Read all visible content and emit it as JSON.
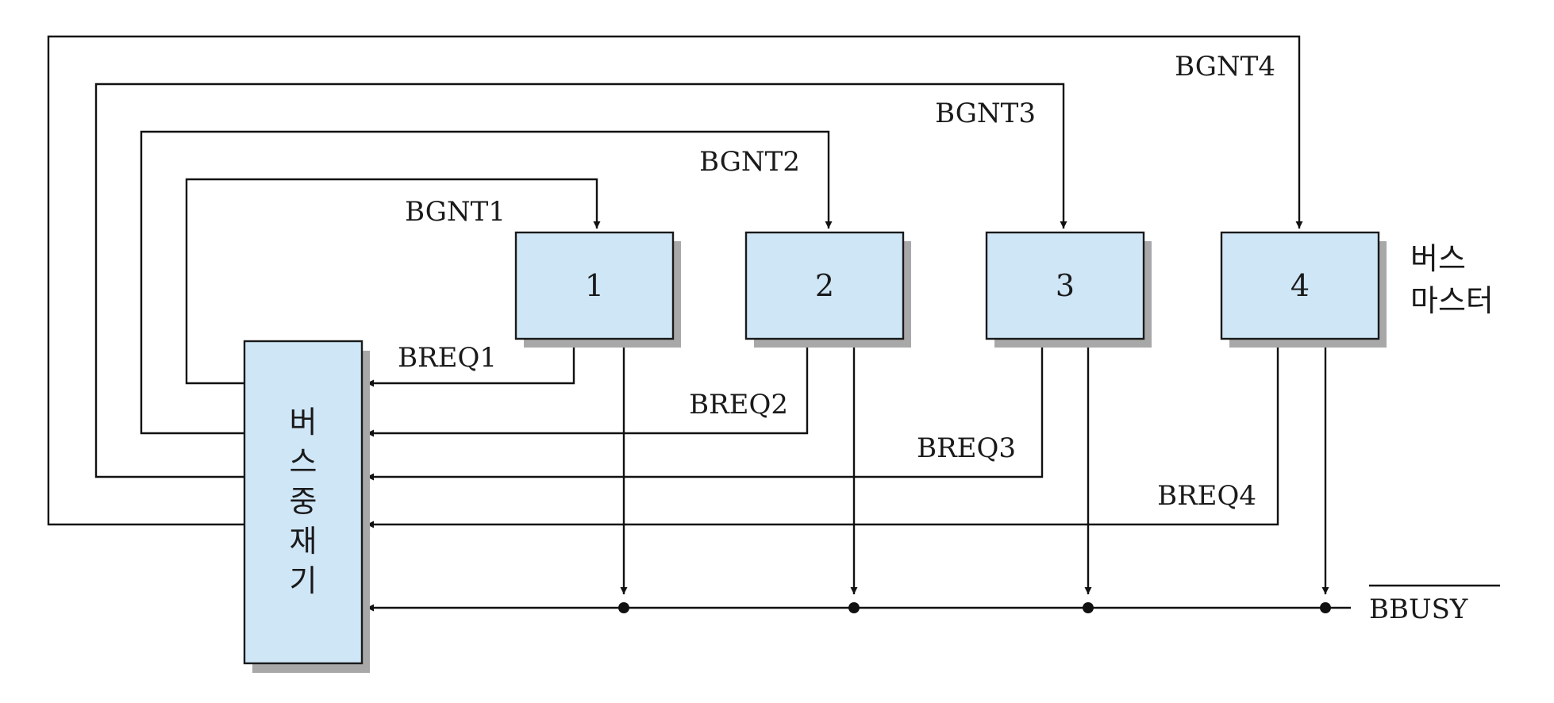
{
  "arbiter": {
    "label_chars": [
      "버",
      "스",
      "중",
      "재",
      "기"
    ]
  },
  "masters": [
    {
      "id": "1",
      "grant": "BGNT1",
      "request": "BREQ1"
    },
    {
      "id": "2",
      "grant": "BGNT2",
      "request": "BREQ2"
    },
    {
      "id": "3",
      "grant": "BGNT3",
      "request": "BREQ3"
    },
    {
      "id": "4",
      "grant": "BGNT4",
      "request": "BREQ4"
    }
  ],
  "master_caption": [
    "버스",
    "마스터"
  ],
  "busy_signal": "BBUSY",
  "colors": {
    "box_fill": "#cfe6f7",
    "line": "#111111",
    "shadow": "#a8a8a8"
  }
}
